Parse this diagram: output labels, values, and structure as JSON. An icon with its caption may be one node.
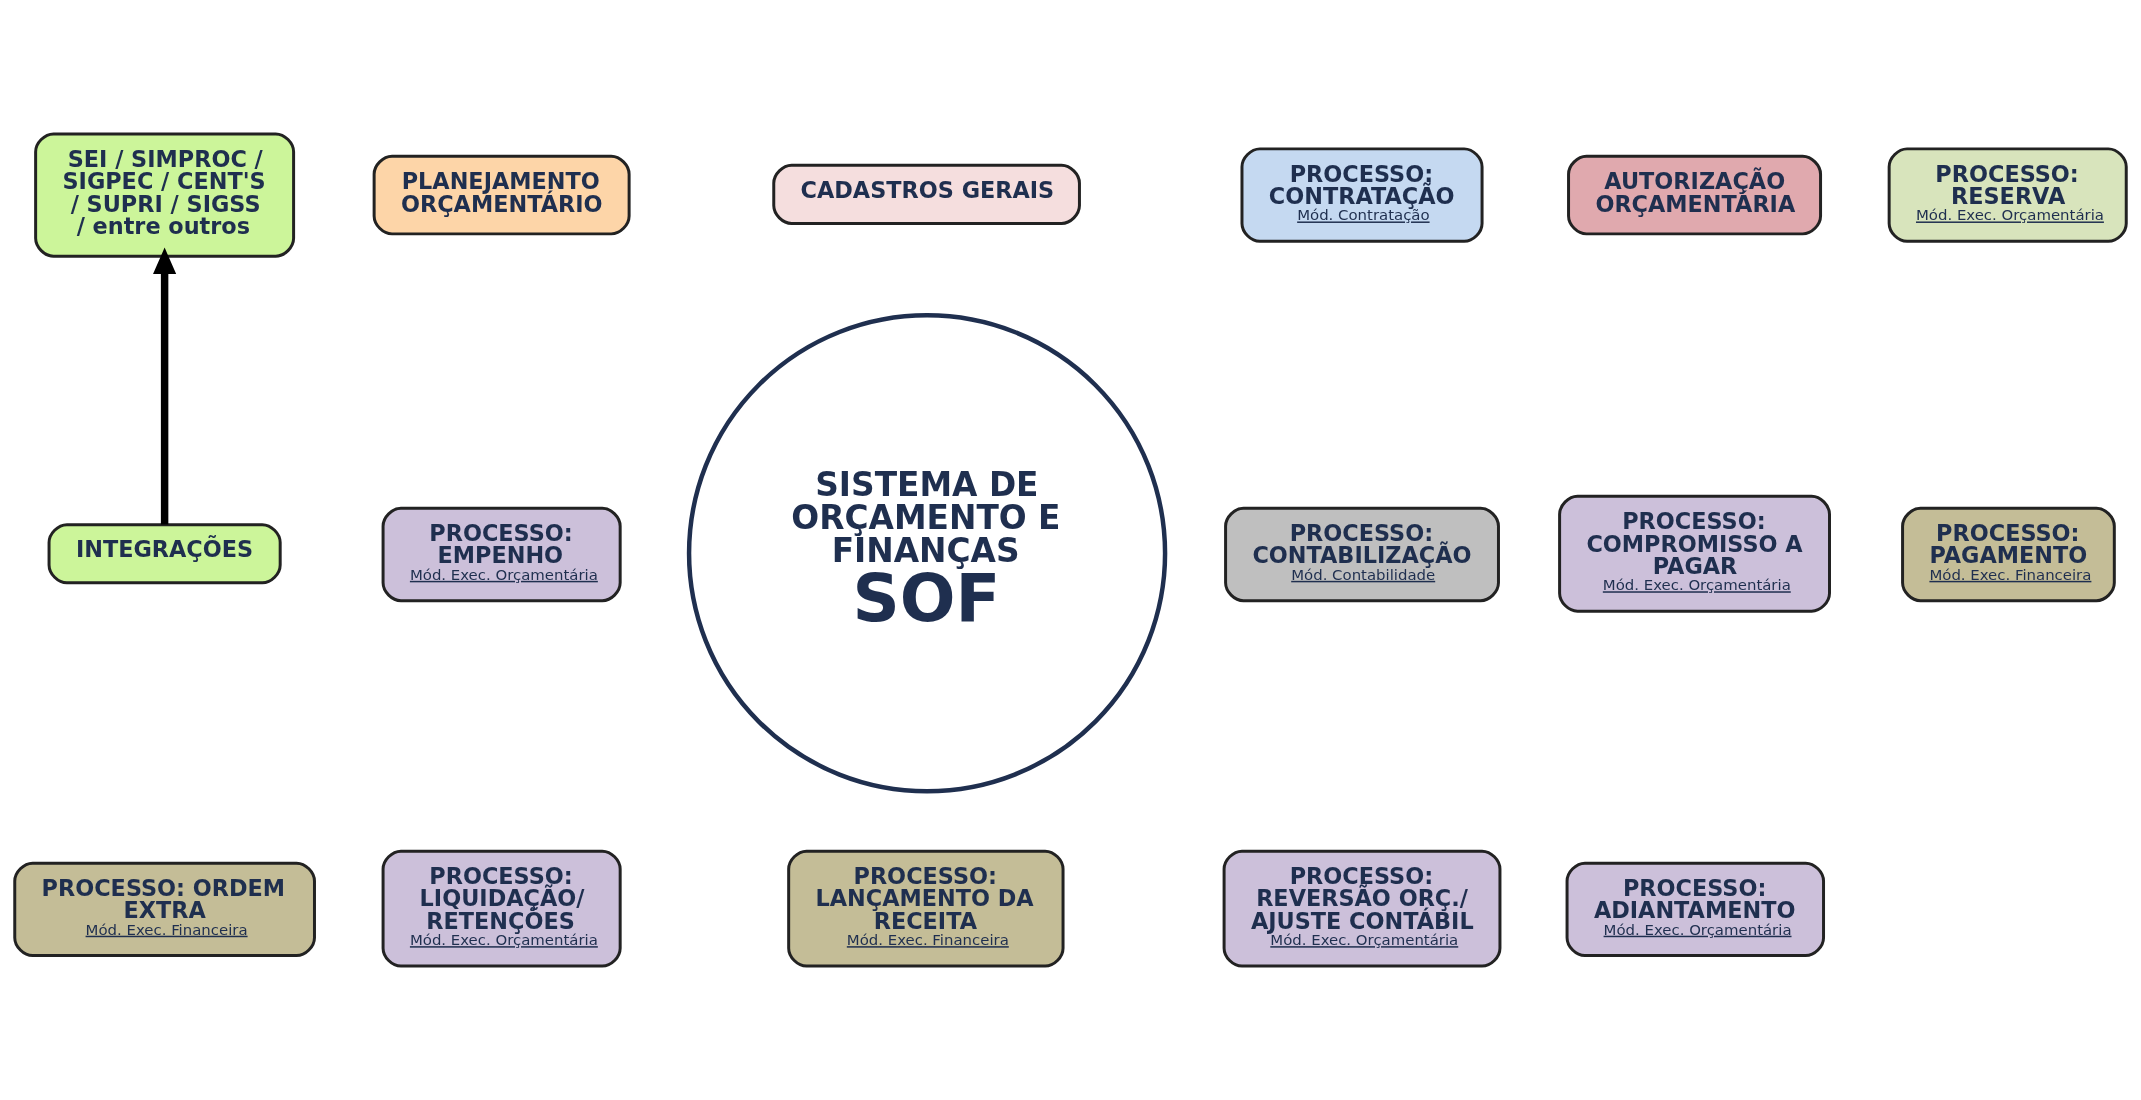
{
  "diagram": {
    "nodes": [
      {
        "text": [
          "SEI / SIMPROC / SIGPEC / CENT'S / SUPRI / SIGSS / entre outros"
        ]
      },
      {
        "text": [
          "PLANEJAMENTO ORÇAMENTÁRIO"
        ]
      },
      {
        "text": [
          "CADASTROS GERAIS"
        ]
      },
      {
        "text": [
          "PROCESSO: CONTRATAÇÃO",
          "Mód. Contratação"
        ]
      },
      {
        "text": [
          "AUTORIZAÇÃO ORÇAMENTÁRIA"
        ]
      },
      {
        "text": [
          "PROCESSO: RESERVA",
          "Mód. Exec. Orçamentária"
        ]
      },
      {
        "text": [
          "INTEGRAÇÕES"
        ]
      },
      {
        "text": [
          "PROCESSO: EMPENHO",
          "Mód. Exec. Orçamentária"
        ]
      },
      {
        "text": [
          "SISTEMA DE ORÇAMENTO E FINANÇAS",
          "SOF"
        ]
      },
      {
        "text": [
          "PROCESSO: CONTABILIZAÇÃO",
          "Mód. Contabilidade"
        ]
      },
      {
        "text": [
          "PROCESSO: COMPROMISSO A PAGAR",
          "Mód. Exec. Orçamentária"
        ]
      },
      {
        "text": [
          "PROCESSO: PAGAMENTO",
          "Mód. Exec. Financeira"
        ]
      },
      {
        "text": [
          "PROCESSO: ORDEM EXTRA",
          "Mód. Exec. Financeira"
        ]
      },
      {
        "text": [
          "PROCESSO: LIQUIDAÇÃO/ RETENÇÕES",
          "Mód. Exec. Orçamentária"
        ]
      },
      {
        "text": [
          "PROCESSO: LANÇAMENTO DA RECEITA",
          "Mód. Exec. Financeira"
        ]
      },
      {
        "text": [
          "PROCESSO: REVERSÃO ORÇ./ AJUSTE CONTÁBIL",
          "Mód. Exec. Orçamentária"
        ]
      },
      {
        "text": [
          "PROCESSO: ADIANTAMENTO",
          "Mód. Exec. Orçamentária"
        ]
      }
    ],
    "edges": [
      {
        "from": 6,
        "to": 0,
        "arrow": "to"
      }
    ]
  }
}
